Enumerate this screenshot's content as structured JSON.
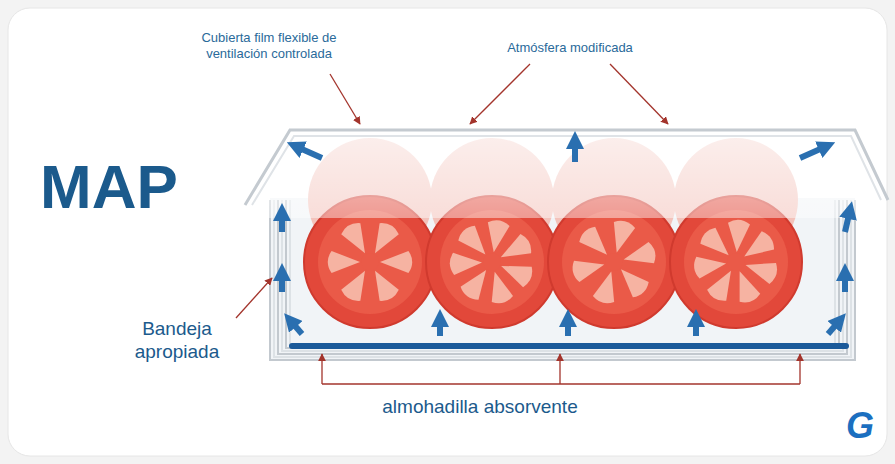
{
  "diagram": {
    "title": "MAP",
    "labels": [
      "Cubierta film flexible de ventilación controlada",
      "Atmósfera modificada",
      "Bandeja apropiada",
      "almohadilla absorvente",
      "G"
    ]
  }
}
